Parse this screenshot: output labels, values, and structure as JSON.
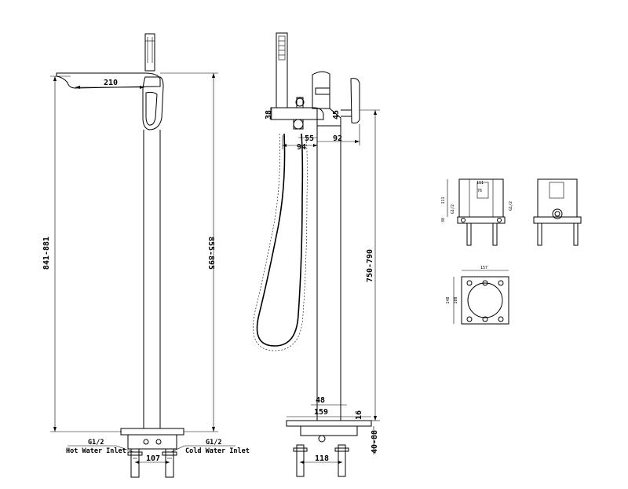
{
  "front_view": {
    "spout_reach": "210",
    "total_height": "841-881",
    "height_to_spout": "855-895",
    "inlet_spacing": "107",
    "hot_thread": "G1/2",
    "cold_thread": "G1/2",
    "hot_label": "Hot Water Inlet",
    "cold_label": "Cold Water Inlet"
  },
  "side_view": {
    "handshower_dia": "38",
    "lever_dia": "45",
    "offset_94": "94",
    "offset_55": "55",
    "offset_92": "92",
    "column_height": "750-790",
    "column_dia": "48",
    "base_dia": "159",
    "base_thickness": "16",
    "base_height": "40-88",
    "inlet_spacing": "118"
  },
  "box_front": {
    "height": "111",
    "depth": "38",
    "width_top": "111",
    "width_inner": "76",
    "thread": "G1/2"
  },
  "box_side": {
    "thread": "G1/2"
  },
  "box_plan": {
    "width": "157",
    "inner": "100",
    "height": "148"
  }
}
